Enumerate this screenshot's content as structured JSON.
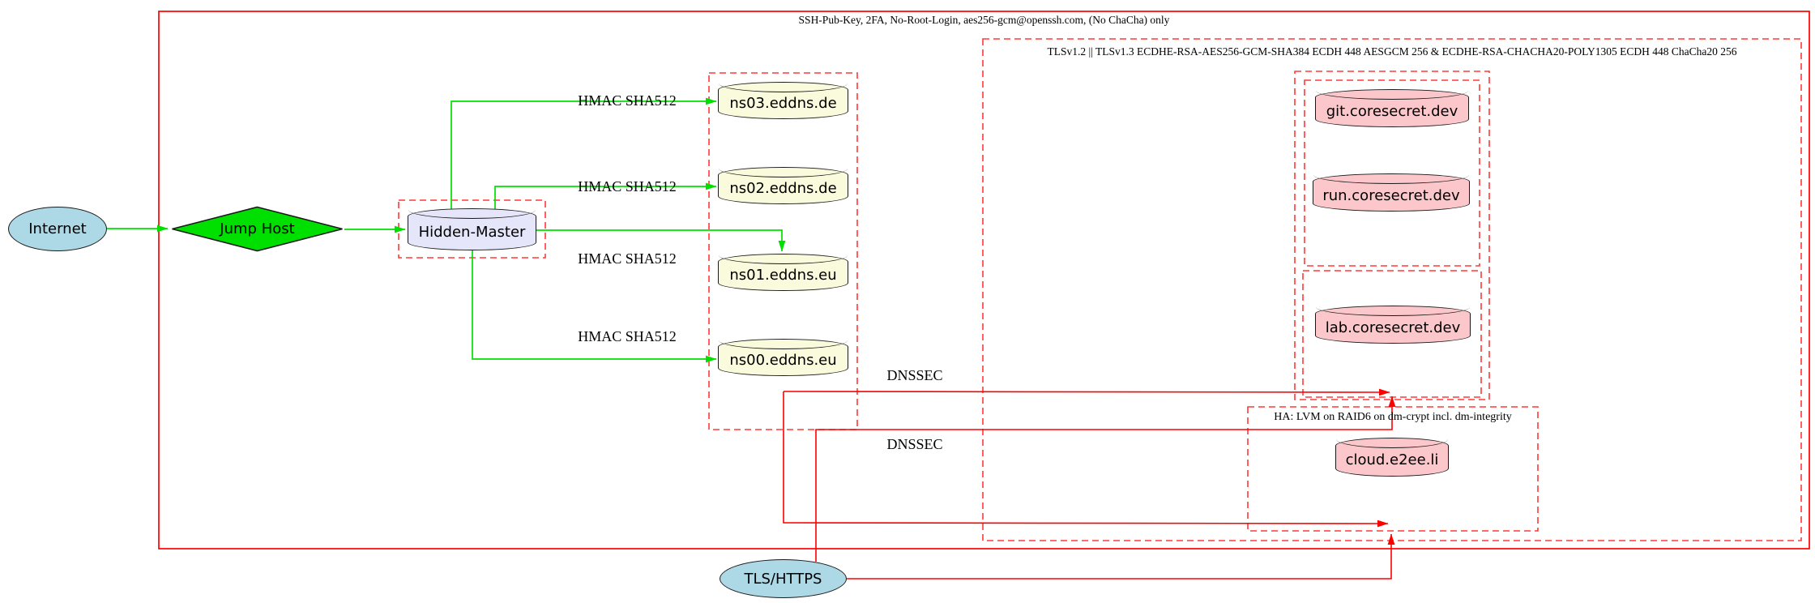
{
  "diagram_type": "network-security-topology",
  "clusters": {
    "ssh_perimeter": {
      "label": "SSH-Pub-Key, 2FA, No-Root-Login, aes256-gcm@openssh.com, (No ChaCha) only",
      "border_style": "solid",
      "border_color": "#ff0000"
    },
    "tls": {
      "label": "TLSv1.2 || TLSv1.3 ECDHE-RSA-AES256-GCM-SHA384 ECDH 448 AESGCM 256 & ECDHE-RSA-CHACHA20-POLY1305 ECDH 448 ChaCha20 256",
      "border_style": "dashed",
      "border_color": "#ff3838"
    },
    "ha": {
      "label": "HA: LVM on RAID6 on dm-crypt incl. dm-integrity",
      "border_style": "dashed",
      "border_color": "#ff3838"
    },
    "hidden_master_box": {
      "label": "",
      "border_style": "dashed"
    },
    "eddns_box": {
      "label": "",
      "border_style": "dashed"
    },
    "coresecret_box": {
      "label": "",
      "border_style": "dashed"
    },
    "gitrun_box": {
      "label": "",
      "border_style": "dashed"
    },
    "lab_box": {
      "label": "",
      "border_style": "dashed"
    }
  },
  "nodes": {
    "internet": {
      "label": "Internet",
      "shape": "ellipse",
      "fill": "#add8e6"
    },
    "jump_host": {
      "label": "Jump Host",
      "shape": "diamond",
      "fill": "#00e000"
    },
    "hidden_master": {
      "label": "Hidden-Master",
      "shape": "cylinder",
      "fill": "#e6e6fa"
    },
    "ns03": {
      "label": "ns03.eddns.de",
      "shape": "cylinder",
      "fill": "#fafadc"
    },
    "ns02": {
      "label": "ns02.eddns.de",
      "shape": "cylinder",
      "fill": "#fafadc"
    },
    "ns01": {
      "label": "ns01.eddns.eu",
      "shape": "cylinder",
      "fill": "#fafadc"
    },
    "ns00": {
      "label": "ns00.eddns.eu",
      "shape": "cylinder",
      "fill": "#fafadc"
    },
    "git": {
      "label": "git.coresecret.dev",
      "shape": "cylinder",
      "fill": "#fbc7cb"
    },
    "run": {
      "label": "run.coresecret.dev",
      "shape": "cylinder",
      "fill": "#fbc7cb"
    },
    "lab": {
      "label": "lab.coresecret.dev",
      "shape": "cylinder",
      "fill": "#fbc7cb"
    },
    "cloud": {
      "label": "cloud.e2ee.li",
      "shape": "cylinder",
      "fill": "#fbc7cb"
    },
    "tls_https": {
      "label": "TLS/HTTPS",
      "shape": "ellipse",
      "fill": "#add8e6"
    }
  },
  "edge_labels": {
    "hmac": "HMAC SHA512",
    "dnssec": "DNSSEC"
  },
  "edges": [
    {
      "from": "Internet",
      "to": "Jump Host",
      "label": "",
      "color": "green"
    },
    {
      "from": "Jump Host",
      "to": "Hidden-Master",
      "label": "",
      "color": "green"
    },
    {
      "from": "Hidden-Master",
      "to": "ns03.eddns.de",
      "label": "HMAC SHA512",
      "color": "green"
    },
    {
      "from": "Hidden-Master",
      "to": "ns02.eddns.de",
      "label": "HMAC SHA512",
      "color": "green"
    },
    {
      "from": "Hidden-Master",
      "to": "ns01.eddns.eu",
      "label": "HMAC SHA512",
      "color": "green"
    },
    {
      "from": "Hidden-Master",
      "to": "ns00.eddns.eu",
      "label": "HMAC SHA512",
      "color": "green"
    },
    {
      "from": "eddns servers",
      "to": "coresecret cluster",
      "label": "DNSSEC",
      "color": "red"
    },
    {
      "from": "eddns servers",
      "to": "HA cluster",
      "label": "DNSSEC",
      "color": "red"
    },
    {
      "from": "TLS/HTTPS",
      "to": "coresecret cluster",
      "label": "",
      "color": "red"
    },
    {
      "from": "TLS/HTTPS",
      "to": "HA cluster",
      "label": "",
      "color": "red"
    }
  ],
  "colors": {
    "secure_transfer_edge": "#00e000",
    "dnssec_tls_edge": "#ff0000",
    "solid_perimeter": "#ff0000",
    "dashed_cluster": "#ff3838",
    "node_border": "#1a1a1a",
    "background": "#ffffff"
  }
}
